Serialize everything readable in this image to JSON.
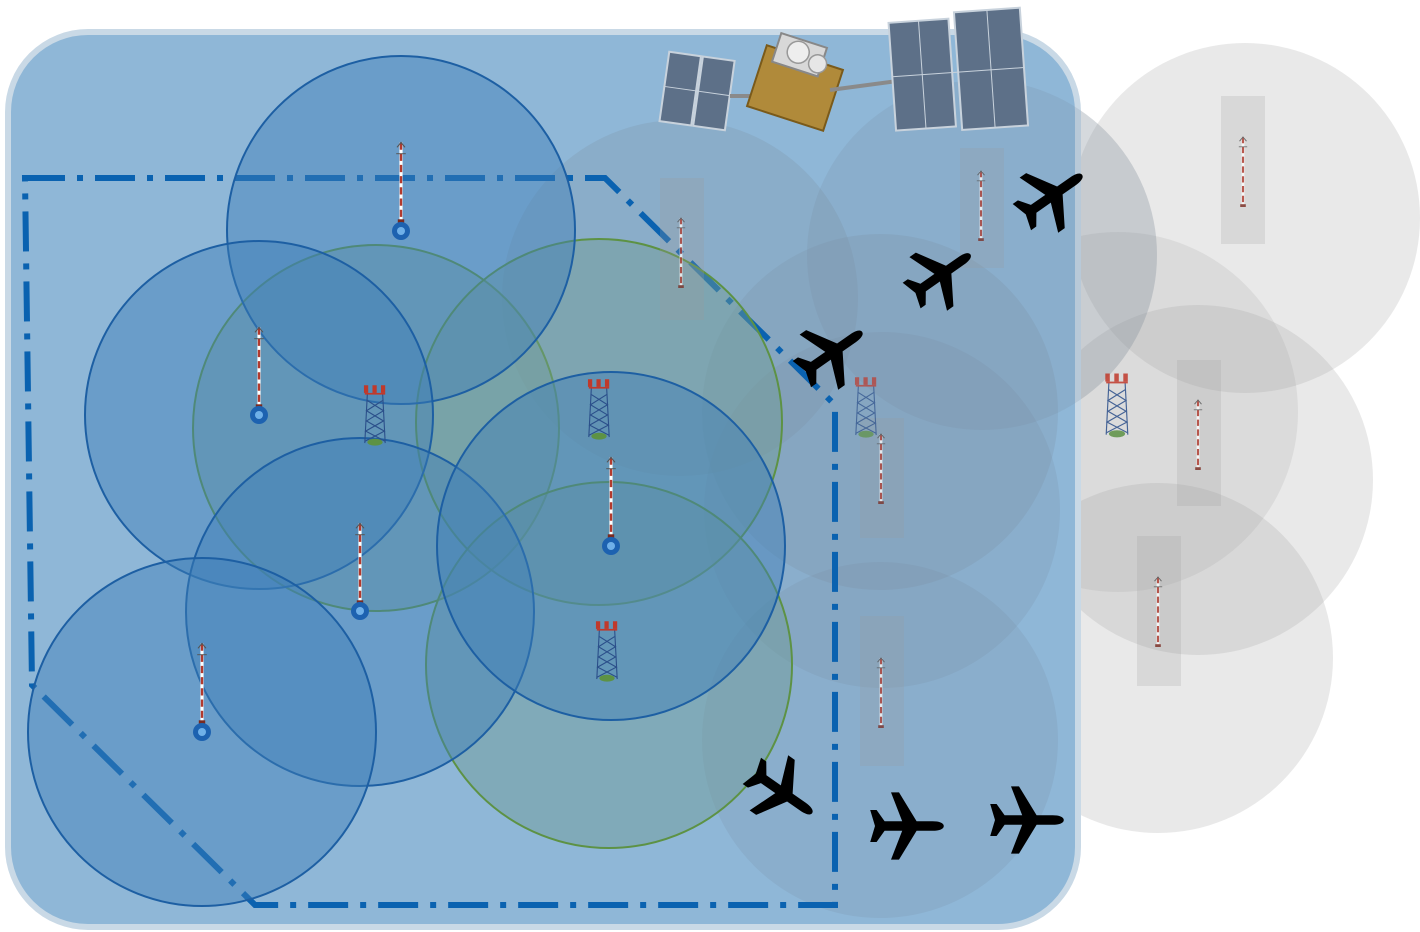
{
  "diagram": {
    "colors": {
      "background": "#ffffff",
      "coverage_area_fill": "#8fb7d7",
      "coverage_area_stroke": "#c9d9e6",
      "boundary_line": "#0a62b0",
      "cell_blue_fill": "#3f7fb8",
      "cell_blue_stroke": "#1d5fa3",
      "cell_green_fill": "#6e9c94",
      "cell_green_stroke": "#5d9244",
      "cell_grey_fill": "#9a9a9a",
      "aircraft": "#000000",
      "satellite_panel": "#5d7088",
      "satellite_body": "#b08a3a",
      "mast_red": "#b23a2e"
    },
    "elements": {
      "coverage_area": "rounded-rectangle",
      "boundary": "dash-dot-line",
      "cells_inside": [
        "blue-macro-cell",
        "green-small-cell"
      ],
      "cells_outside": "grey-cell",
      "site_icons": [
        "antenna-mast",
        "lattice-tower"
      ],
      "aircraft_icon": "airplane-silhouette",
      "satellite_icon": "satellite"
    }
  }
}
